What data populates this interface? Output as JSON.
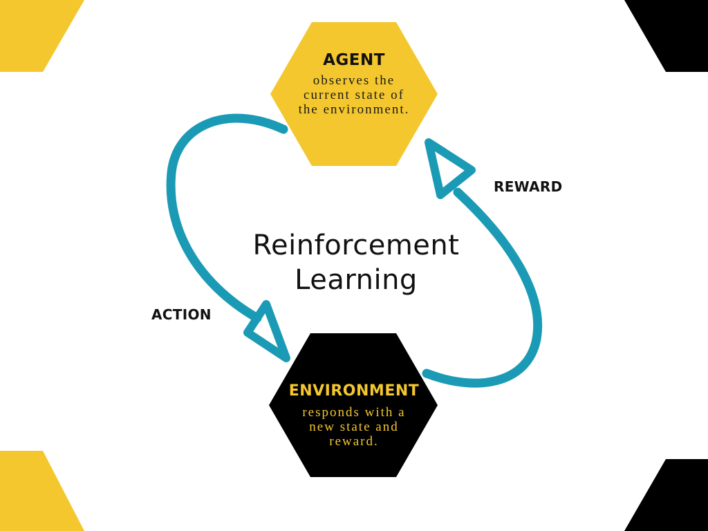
{
  "diagram": {
    "title_line1": "Reinforcement",
    "title_line2": "Learning",
    "agent": {
      "title": "AGENT",
      "body_line1": "observes the",
      "body_line2": "current state of",
      "body_line3": "the environment."
    },
    "environment": {
      "title": "ENVIRONMENT",
      "body_line1": "responds with a",
      "body_line2": "new state and",
      "body_line3": "reward."
    },
    "edges": {
      "action": "ACTION",
      "reward": "REWARD"
    }
  },
  "colors": {
    "yellow": "#f4c72f",
    "black": "#000000",
    "arrow": "#1b9ab5",
    "background": "#ffffff"
  }
}
